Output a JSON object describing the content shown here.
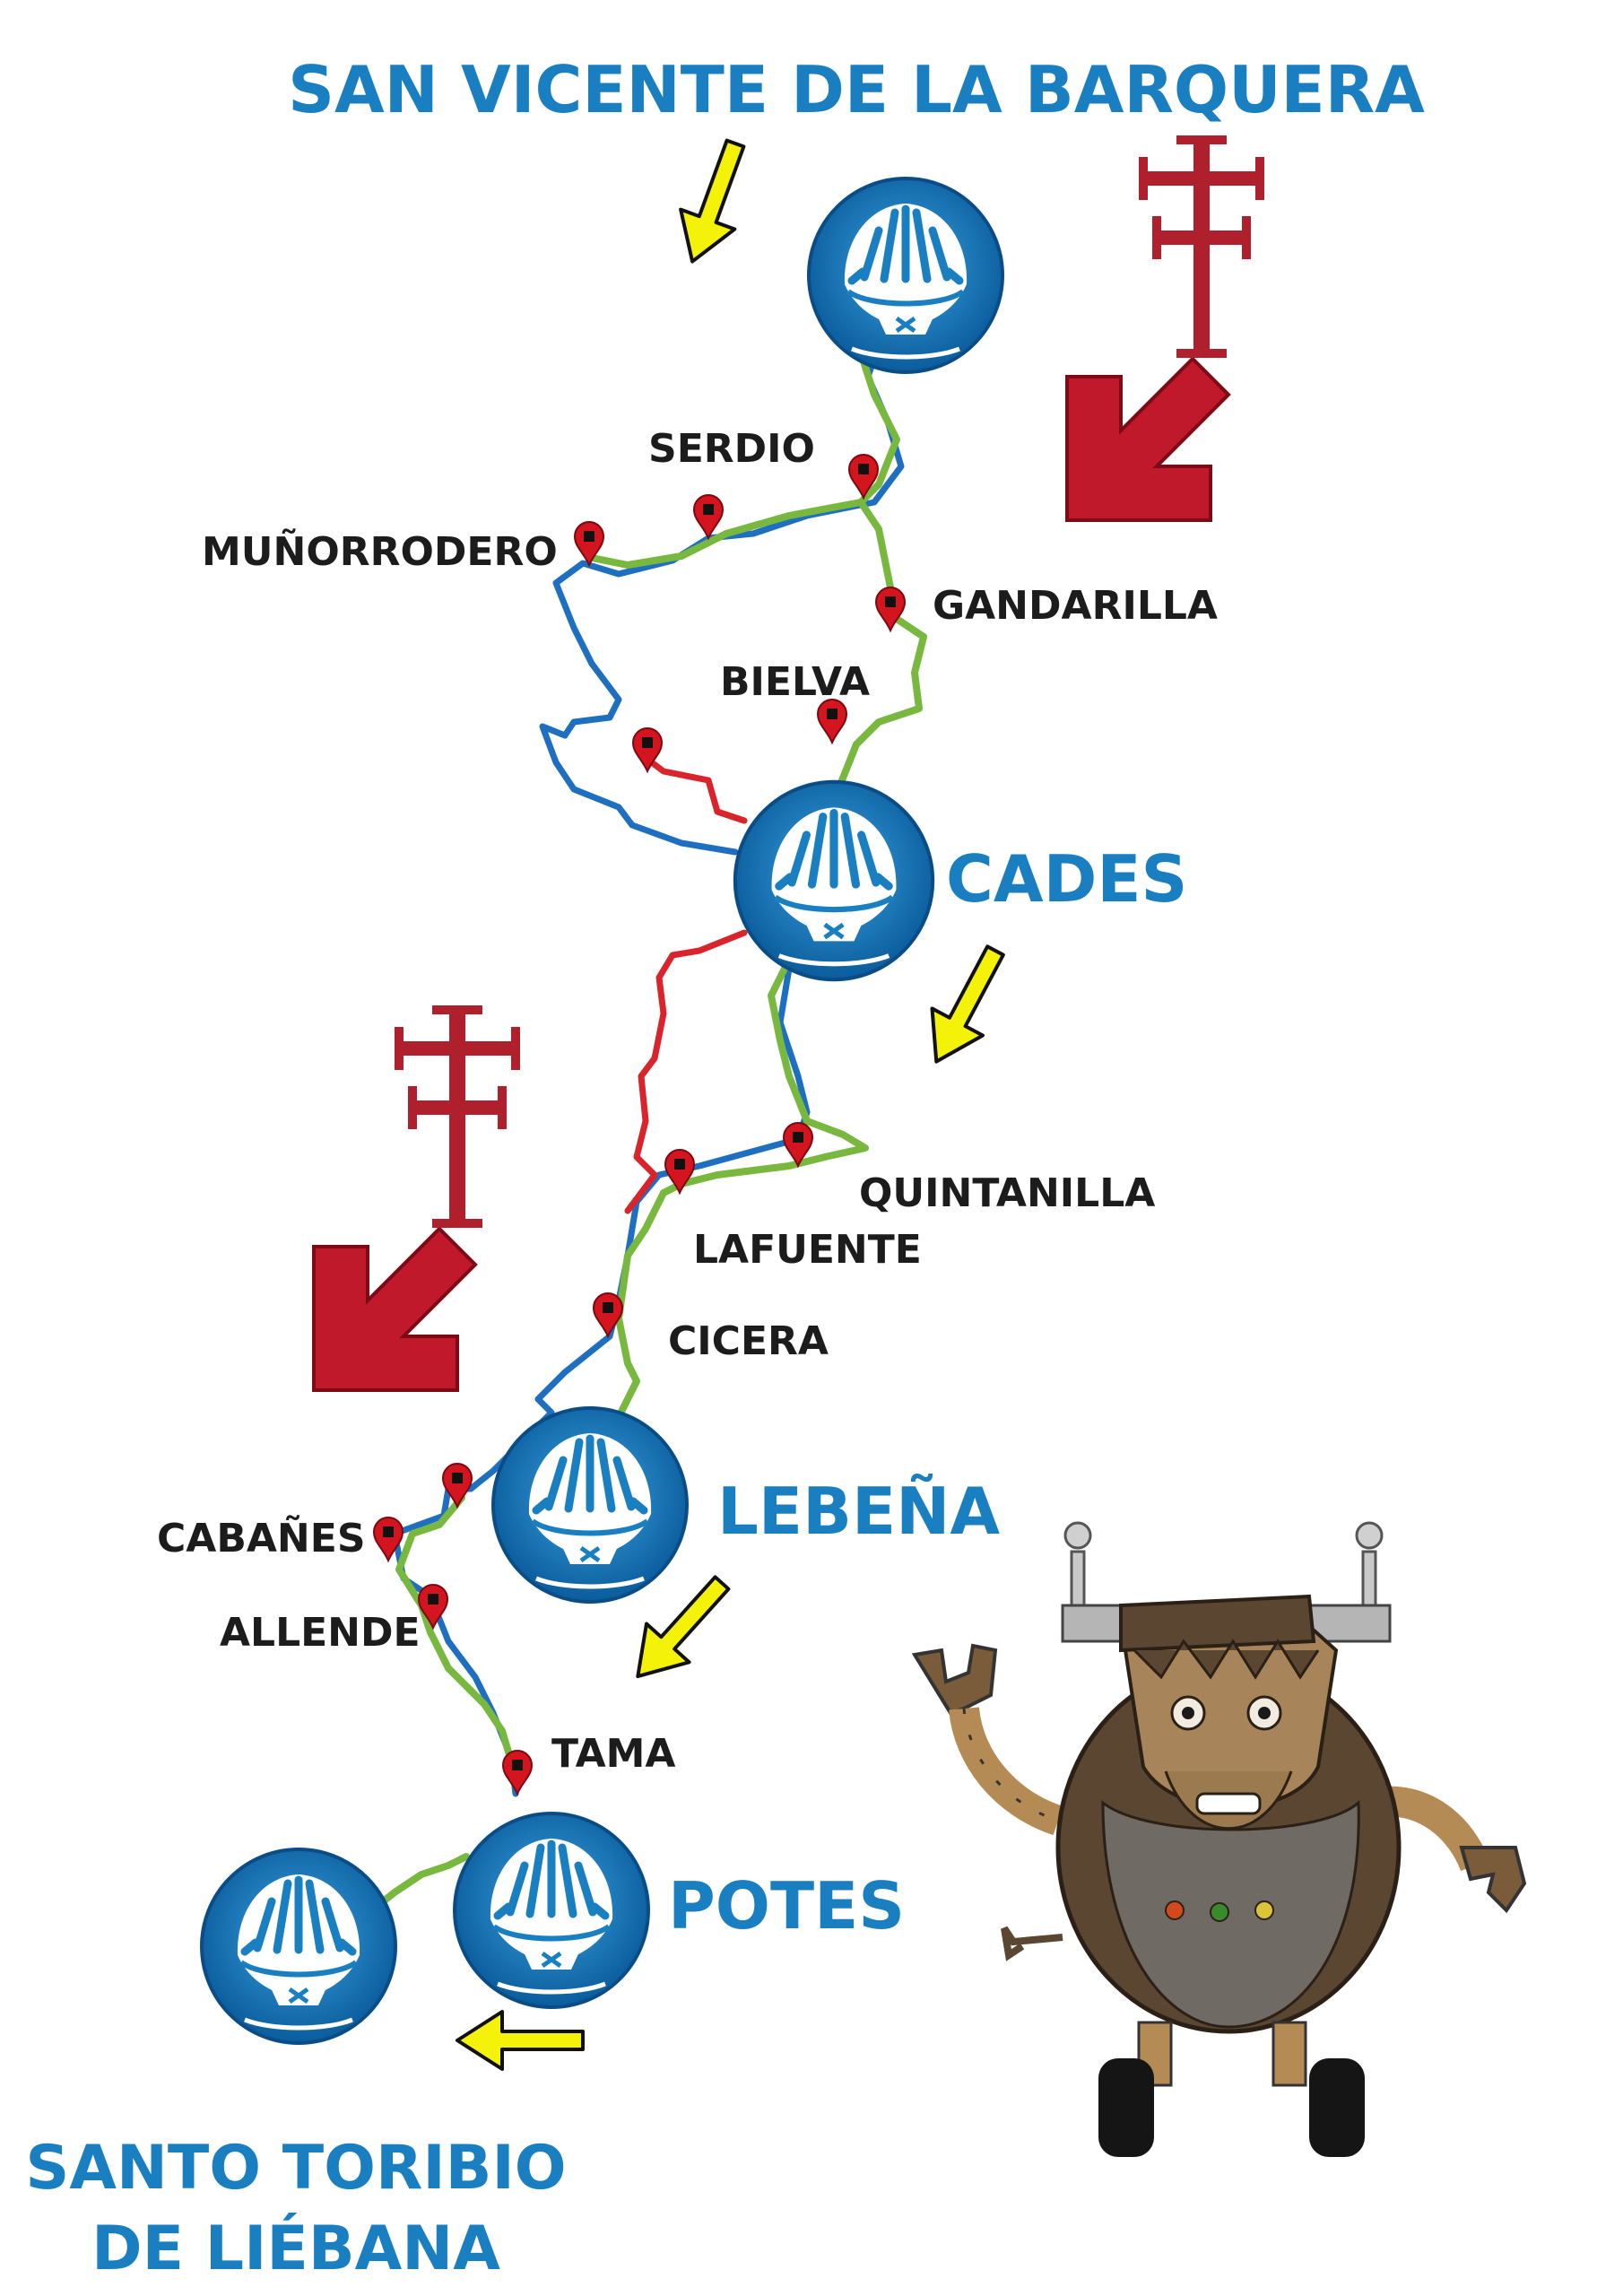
{
  "map": {
    "stages": {
      "start_line1": "SAN VICENTE DE LA BARQUERA",
      "cades": "CADES",
      "lebena": "LEBEÑA",
      "potes": "POTES",
      "end_line1": "SANTO TORIBIO",
      "end_line2": "DE LIÉBANA"
    },
    "towns": {
      "serdio": "SERDIO",
      "munorrodero": "MUÑORRODERO",
      "gandarilla": "GANDARILLA",
      "bielva": "BIELVA",
      "quintanilla": "QUINTANILLA",
      "lafuente": "LAFUENTE",
      "cicera": "CICERA",
      "cabanes": "CABAÑES",
      "allende": "ALLENDE",
      "tama": "TAMA"
    },
    "route_colors": {
      "main": "#79b83e",
      "variant_a": "#1e6fc0",
      "variant_b": "#d8242a"
    },
    "stage_icon": "scallop-shell-icon",
    "town_marker_icon": "map-pin-icon",
    "direction_arrow_color": "#f5f20a",
    "direction_big_arrow_color": "#c0192b",
    "cross_icon": "lebaniego-cross-icon",
    "cross_color": "#b0202c",
    "mascot": "bison-robot-mascot"
  }
}
